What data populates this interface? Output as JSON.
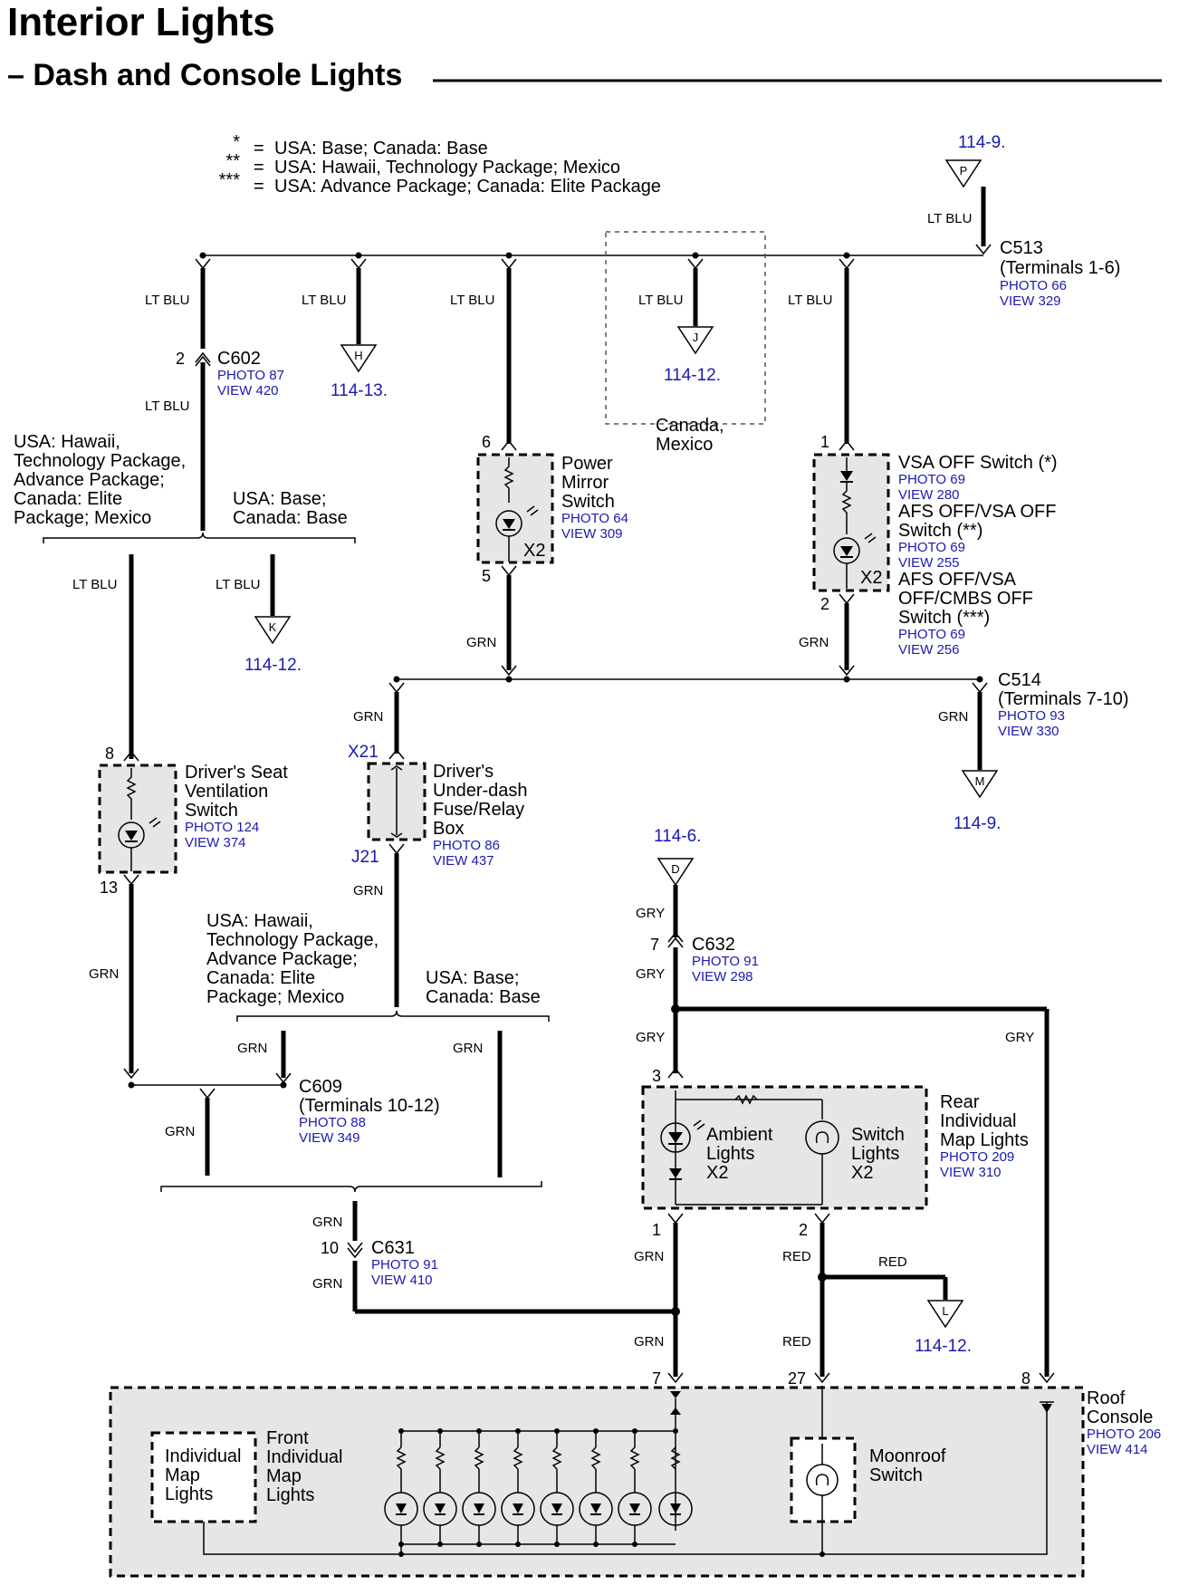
{
  "title": "Interior Lights",
  "subtitle": "– Dash and Console Lights",
  "legend": [
    {
      "sym": "*",
      "text": "USA: Base; Canada: Base"
    },
    {
      "sym": "**",
      "text": "USA: Hawaii, Technology Package; Mexico"
    },
    {
      "sym": "***",
      "text": "USA: Advance Package; Canada: Elite Package"
    }
  ],
  "wire_colors": {
    "ltblu": "LT BLU",
    "grn": "GRN",
    "gry": "GRY",
    "red": "RED"
  },
  "refs": {
    "p_top": "114-9.",
    "h": "114-13.",
    "j": "114-12.",
    "k": "114-12.",
    "m": "114-9.",
    "d": "114-6.",
    "l": "114-12."
  },
  "triangles": {
    "p": "P",
    "h": "H",
    "j": "J",
    "k": "K",
    "m": "M",
    "d": "D",
    "l": "L"
  },
  "connectors": {
    "c513": {
      "name": "C513",
      "sub": "(Terminals 1-6)",
      "photo": "PHOTO 66",
      "view": "VIEW 329"
    },
    "c602": {
      "name": "C602",
      "photo": "PHOTO 87",
      "view": "VIEW 420",
      "pin": "2"
    },
    "c514": {
      "name": "C514",
      "sub": "(Terminals 7-10)",
      "photo": "PHOTO 93",
      "view": "VIEW 330"
    },
    "c632": {
      "name": "C632",
      "photo": "PHOTO 91",
      "view": "VIEW 298",
      "pin": "7"
    },
    "c609": {
      "name": "C609",
      "sub": "(Terminals 10-12)",
      "photo": "PHOTO 88",
      "view": "VIEW 349"
    },
    "c631": {
      "name": "C631",
      "photo": "PHOTO 91",
      "view": "VIEW 410",
      "pin": "10"
    }
  },
  "variants": {
    "left_a": [
      "USA: Hawaii,",
      "Technology Package,",
      "Advance Package;",
      "Canada: Elite",
      "Package; Mexico"
    ],
    "left_b": [
      "USA: Base;",
      "Canada: Base"
    ],
    "canada_mexico": [
      "Canada,",
      "Mexico"
    ],
    "mid_a": [
      "USA: Hawaii,",
      "Technology Package,",
      "Advance Package;",
      "Canada: Elite",
      "Package; Mexico"
    ],
    "mid_b": [
      "USA: Base;",
      "Canada: Base"
    ]
  },
  "components": {
    "power_mirror": {
      "lines": [
        "Power",
        "Mirror",
        "Switch"
      ],
      "photo": "PHOTO 64",
      "view": "VIEW 309",
      "x2": "X2",
      "pin_top": "6",
      "pin_bot": "5"
    },
    "vsa": {
      "lines1": [
        "VSA OFF Switch (*)"
      ],
      "photo1": "PHOTO 69",
      "view1": "VIEW 280",
      "lines2": [
        "AFS OFF/VSA OFF",
        "Switch (**)"
      ],
      "photo2": "PHOTO 69",
      "view2": "VIEW 255",
      "lines3": [
        "AFS OFF/VSA",
        "OFF/CMBS OFF",
        "Switch (***)"
      ],
      "photo3": "PHOTO 69",
      "view3": "VIEW 256",
      "x2": "X2",
      "pin_top": "1",
      "pin_bot": "2"
    },
    "seat_vent": {
      "lines": [
        "Driver's Seat",
        "Ventilation",
        "Switch"
      ],
      "photo": "PHOTO 124",
      "view": "VIEW 374",
      "pin_top": "8",
      "pin_bot": "13"
    },
    "fuse_box": {
      "lines": [
        "Driver's",
        "Under-dash",
        "Fuse/Relay",
        "Box"
      ],
      "photo": "PHOTO 86",
      "view": "VIEW 437",
      "pin_top": "X21",
      "pin_bot": "J21"
    },
    "rear_map": {
      "lines": [
        "Rear",
        "Individual",
        "Map Lights"
      ],
      "photo": "PHOTO 209",
      "view": "VIEW 310",
      "pin_top": "3",
      "pin_1": "1",
      "pin_2": "2",
      "ambient": [
        "Ambient",
        "Lights",
        "X2"
      ],
      "switch": [
        "Switch",
        "Lights",
        "X2"
      ]
    },
    "roof_console": {
      "lines": [
        "Roof",
        "Console"
      ],
      "photo": "PHOTO 206",
      "view": "VIEW 414",
      "pin_7": "7",
      "pin_27": "27",
      "pin_8": "8",
      "ind_map": [
        "Individual",
        "Map",
        "Lights"
      ],
      "front_map": [
        "Front",
        "Individual",
        "Map",
        "Lights"
      ],
      "moonroof": [
        "Moonroof",
        "Switch"
      ]
    }
  }
}
